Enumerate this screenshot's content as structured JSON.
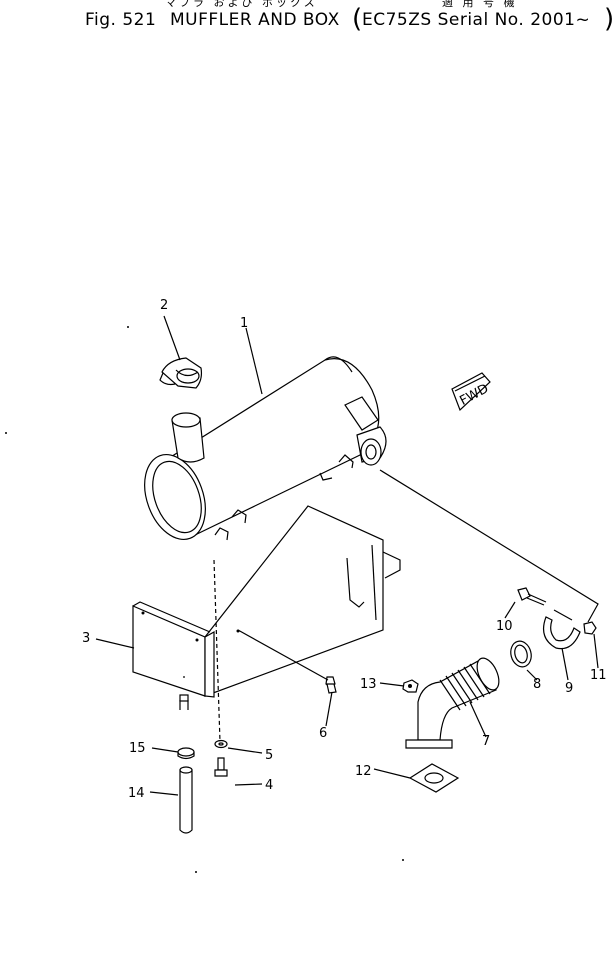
{
  "header": {
    "jp_title": "マフラ および ボックス",
    "jp_applic": "適 用 号 機",
    "fig_label": "Fig. 521",
    "title": "MUFFLER AND BOX",
    "applicability": "EC75ZS Serial No. 2001~"
  },
  "direction_tag": "FWD",
  "callouts": [
    "1",
    "2",
    "3",
    "4",
    "5",
    "6",
    "7",
    "8",
    "9",
    "10",
    "11",
    "12",
    "13",
    "14",
    "15"
  ]
}
